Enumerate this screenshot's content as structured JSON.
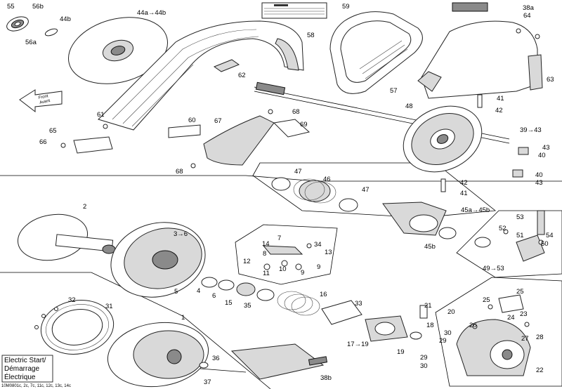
{
  "diagram": {
    "footer_code": "10M0801c, 2c, 7c, 11c, 12c, 13c, 14c",
    "front_arrow": "Front\nAvant",
    "electric_start_box": [
      "Electric Start/",
      "Démarrage",
      "Électrique"
    ],
    "labels": [
      {
        "id": "55",
        "text": "55"
      },
      {
        "id": "56b",
        "text": "56b"
      },
      {
        "id": "56a",
        "text": "56a"
      },
      {
        "id": "44b",
        "text": "44b"
      },
      {
        "id": "44a44b",
        "text": "44a→44b"
      },
      {
        "id": "59",
        "text": "59"
      },
      {
        "id": "58",
        "text": "58"
      },
      {
        "id": "62",
        "text": "62"
      },
      {
        "id": "57",
        "text": "57"
      },
      {
        "id": "38a",
        "text": "38a"
      },
      {
        "id": "64",
        "text": "64"
      },
      {
        "id": "63",
        "text": "63"
      },
      {
        "id": "41a",
        "text": "41"
      },
      {
        "id": "48",
        "text": "48"
      },
      {
        "id": "42a",
        "text": "42"
      },
      {
        "id": "3943",
        "text": "39→43"
      },
      {
        "id": "43a",
        "text": "43"
      },
      {
        "id": "40a",
        "text": "40"
      },
      {
        "id": "40b",
        "text": "40"
      },
      {
        "id": "43b",
        "text": "43"
      },
      {
        "id": "42b",
        "text": "42"
      },
      {
        "id": "41b",
        "text": "41"
      },
      {
        "id": "61",
        "text": "61"
      },
      {
        "id": "60",
        "text": "60"
      },
      {
        "id": "67",
        "text": "67"
      },
      {
        "id": "68a",
        "text": "68"
      },
      {
        "id": "69",
        "text": "69"
      },
      {
        "id": "65",
        "text": "65"
      },
      {
        "id": "66",
        "text": "66"
      },
      {
        "id": "68b",
        "text": "68"
      },
      {
        "id": "47a",
        "text": "47"
      },
      {
        "id": "46",
        "text": "46"
      },
      {
        "id": "47b",
        "text": "47"
      },
      {
        "id": "45a45b",
        "text": "45a→45b"
      },
      {
        "id": "45b",
        "text": "45b"
      },
      {
        "id": "53",
        "text": "53"
      },
      {
        "id": "52",
        "text": "52"
      },
      {
        "id": "51",
        "text": "51"
      },
      {
        "id": "54",
        "text": "54"
      },
      {
        "id": "50",
        "text": "50"
      },
      {
        "id": "4953",
        "text": "49→53"
      },
      {
        "id": "2",
        "text": "2"
      },
      {
        "id": "36a",
        "text": "3→6"
      },
      {
        "id": "7",
        "text": "7"
      },
      {
        "id": "14",
        "text": "14"
      },
      {
        "id": "34",
        "text": "34"
      },
      {
        "id": "8",
        "text": "8"
      },
      {
        "id": "13",
        "text": "13"
      },
      {
        "id": "12",
        "text": "12"
      },
      {
        "id": "11",
        "text": "11"
      },
      {
        "id": "10",
        "text": "10"
      },
      {
        "id": "9a",
        "text": "9"
      },
      {
        "id": "9b",
        "text": "9"
      },
      {
        "id": "5",
        "text": "5"
      },
      {
        "id": "4",
        "text": "4"
      },
      {
        "id": "6",
        "text": "6"
      },
      {
        "id": "15",
        "text": "15"
      },
      {
        "id": "35",
        "text": "35"
      },
      {
        "id": "16",
        "text": "16"
      },
      {
        "id": "33",
        "text": "33"
      },
      {
        "id": "21",
        "text": "21"
      },
      {
        "id": "20",
        "text": "20"
      },
      {
        "id": "18",
        "text": "18"
      },
      {
        "id": "1719",
        "text": "17→19"
      },
      {
        "id": "19",
        "text": "19"
      },
      {
        "id": "25a",
        "text": "25"
      },
      {
        "id": "25b",
        "text": "25"
      },
      {
        "id": "24",
        "text": "24"
      },
      {
        "id": "23",
        "text": "23"
      },
      {
        "id": "26",
        "text": "26"
      },
      {
        "id": "30a",
        "text": "30"
      },
      {
        "id": "29a",
        "text": "29"
      },
      {
        "id": "27",
        "text": "27"
      },
      {
        "id": "28",
        "text": "28"
      },
      {
        "id": "29b",
        "text": "29"
      },
      {
        "id": "30b",
        "text": "30"
      },
      {
        "id": "22",
        "text": "22"
      },
      {
        "id": "32",
        "text": "32"
      },
      {
        "id": "31",
        "text": "31"
      },
      {
        "id": "36",
        "text": "36"
      },
      {
        "id": "37",
        "text": "37"
      },
      {
        "id": "38b",
        "text": "38b"
      },
      {
        "id": "1",
        "text": "1"
      }
    ]
  }
}
